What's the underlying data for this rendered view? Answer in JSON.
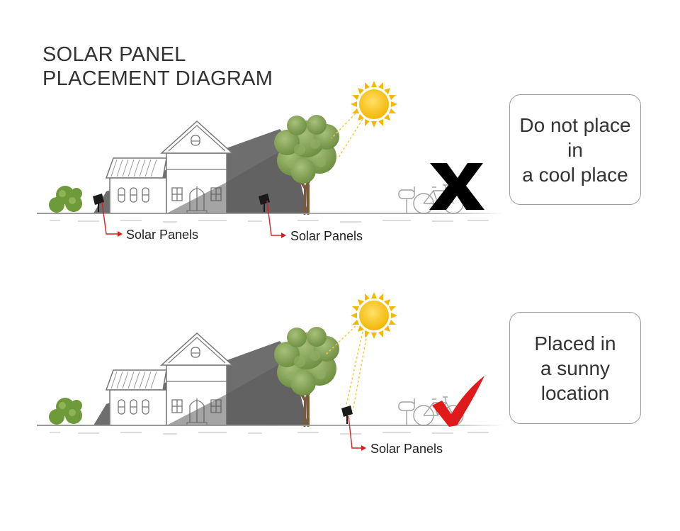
{
  "title": {
    "line1": "SOLAR PANEL",
    "line2": "PLACEMENT DIAGRAM"
  },
  "scenes": [
    {
      "box": {
        "lines": [
          "Do not place",
          "in",
          "a cool place"
        ]
      },
      "panel_labels": [
        "Solar Panels",
        "Solar Panels"
      ],
      "verdict_icon": "x-mark-icon"
    },
    {
      "box": {
        "lines": [
          "Placed in",
          "a sunny",
          "location"
        ]
      },
      "panel_labels": [
        "Solar Panels"
      ],
      "verdict_icon": "checkmark-icon"
    }
  ],
  "colors": {
    "sun": "#f7c21e",
    "sun_ray": "#f5c542",
    "tree": "#7a9a4a",
    "shadow": "#5a5a5a",
    "leader": "#d62020",
    "check": "#e01a1a",
    "x_mark": "#000000",
    "ground": "#999999"
  }
}
